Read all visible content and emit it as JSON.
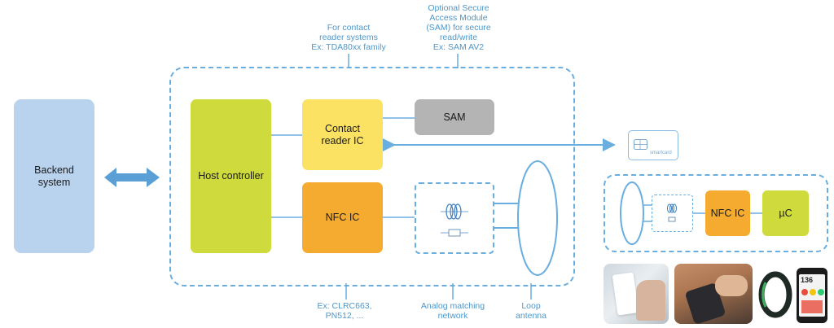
{
  "colors": {
    "line": "#6aaee0",
    "backend": "#b9d3ef",
    "host": "#cfdb3d",
    "contact": "#fce262",
    "nfc": "#f5ab2f",
    "sam": "#b4b4b4",
    "uc": "#cfdb3d",
    "annotation_text": "#4f97c9"
  },
  "blocks": {
    "backend": "Backend\nsystem",
    "host": "Host controller",
    "contact": "Contact\nreader IC",
    "sam": "SAM",
    "nfc": "NFC IC",
    "nfc_small": "NFC IC",
    "uc": "µC"
  },
  "annotations": {
    "contact_reader": "For contact\nreader systems\nEx: TDA80xx family",
    "sam": "Optional Secure\nAccess Module\n(SAM) for secure\nread/write\nEx: SAM AV2",
    "nfc_ex": "Ex: CLRC663,\nPN512, ...",
    "matching": "Analog matching\nnetwork",
    "loop": "Loop\nantenna"
  },
  "smartcard": {
    "label": "smartcard"
  },
  "photos": {
    "phone_time": "136"
  },
  "icons": [
    "double-arrow-icon",
    "coil-icon",
    "capacitor-icon",
    "chip-contact-icon"
  ]
}
